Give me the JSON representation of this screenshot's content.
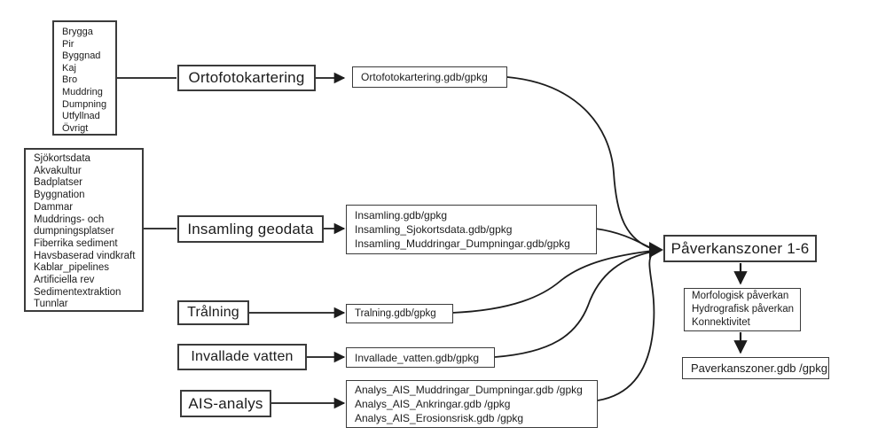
{
  "diagram": {
    "source_lists": {
      "ortofoto": {
        "items": [
          "Brygga",
          "Pir",
          "Byggnad",
          "Kaj",
          "Bro",
          "Muddring",
          "Dumpning",
          "Utfyllnad",
          "Övrigt"
        ]
      },
      "geodata": {
        "items": [
          "Sjökortsdata",
          "Akvakultur",
          "Badplatser",
          "Byggnation",
          "Dammar",
          "Muddrings- och dumpningsplatser",
          "Fiberrika sediment",
          "Havsbaserad vindkraft",
          "Kablar_pipelines",
          "Artificiella rev",
          "Sedimentextraktion",
          "Tunnlar"
        ]
      }
    },
    "processes": {
      "ortofotokartering": "Ortofotokartering",
      "insamling_geodata": "Insamling geodata",
      "tralning": "Trålning",
      "invallade_vatten": "Invallade vatten",
      "ais_analys": "AIS-analys"
    },
    "outputs": {
      "ortofotokartering": {
        "lines": [
          "Ortofotokartering.gdb/gpkg"
        ]
      },
      "insamling": {
        "lines": [
          "Insamling.gdb/gpkg",
          "Insamling_Sjokortsdata.gdb/gpkg",
          "Insamling_Muddringar_Dumpningar.gdb/gpkg"
        ]
      },
      "tralning": {
        "lines": [
          "Tralning.gdb/gpkg"
        ]
      },
      "invallade_vatten": {
        "lines": [
          "Invallade_vatten.gdb/gpkg"
        ]
      },
      "ais": {
        "lines": [
          "Analys_AIS_Muddringar_Dumpningar.gdb /gpkg",
          "Analys_AIS_Ankringar.gdb /gpkg",
          "Analys_AIS_Erosionsrisk.gdb /gpkg"
        ]
      }
    },
    "result": {
      "zones_label": "Påverkanszoner 1-6",
      "impact_types": {
        "lines": [
          "Morfologisk påverkan",
          "Hydrografisk påverkan",
          "Konnektivitet"
        ]
      },
      "final_output": "Paverkanszoner.gdb /gpkg"
    },
    "colors": {
      "line": "#1c1c1c",
      "border": "#3b3b3b",
      "background": "#ffffff",
      "text": "#1c1c1c"
    }
  }
}
